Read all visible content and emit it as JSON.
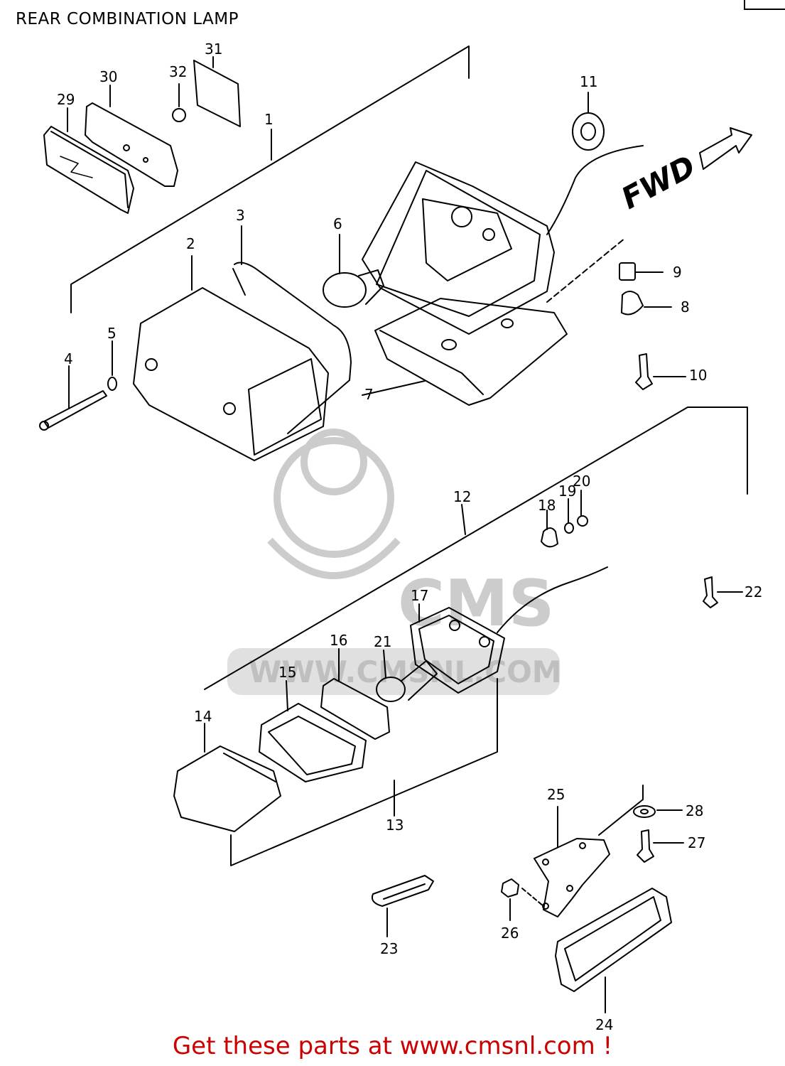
{
  "title": "REAR COMBINATION LAMP",
  "direction_label": "FWD",
  "watermark": {
    "brand": "CMS",
    "site": "WWW.CMSNL.COM"
  },
  "call_to_action": {
    "text": "Get these parts at www.cmsnl.com !",
    "color": "#cc0000"
  },
  "colors": {
    "line": "#000000",
    "watermark": "#cccccc"
  },
  "parts": [
    {
      "id": "1"
    },
    {
      "id": "2"
    },
    {
      "id": "3"
    },
    {
      "id": "4"
    },
    {
      "id": "5"
    },
    {
      "id": "6"
    },
    {
      "id": "7"
    },
    {
      "id": "8"
    },
    {
      "id": "9"
    },
    {
      "id": "10"
    },
    {
      "id": "11"
    },
    {
      "id": "12"
    },
    {
      "id": "13"
    },
    {
      "id": "14"
    },
    {
      "id": "15"
    },
    {
      "id": "16"
    },
    {
      "id": "17"
    },
    {
      "id": "18"
    },
    {
      "id": "19"
    },
    {
      "id": "20"
    },
    {
      "id": "21"
    },
    {
      "id": "22"
    },
    {
      "id": "23"
    },
    {
      "id": "24"
    },
    {
      "id": "25"
    },
    {
      "id": "26"
    },
    {
      "id": "27"
    },
    {
      "id": "28"
    },
    {
      "id": "29"
    },
    {
      "id": "30"
    },
    {
      "id": "31"
    },
    {
      "id": "32"
    }
  ]
}
